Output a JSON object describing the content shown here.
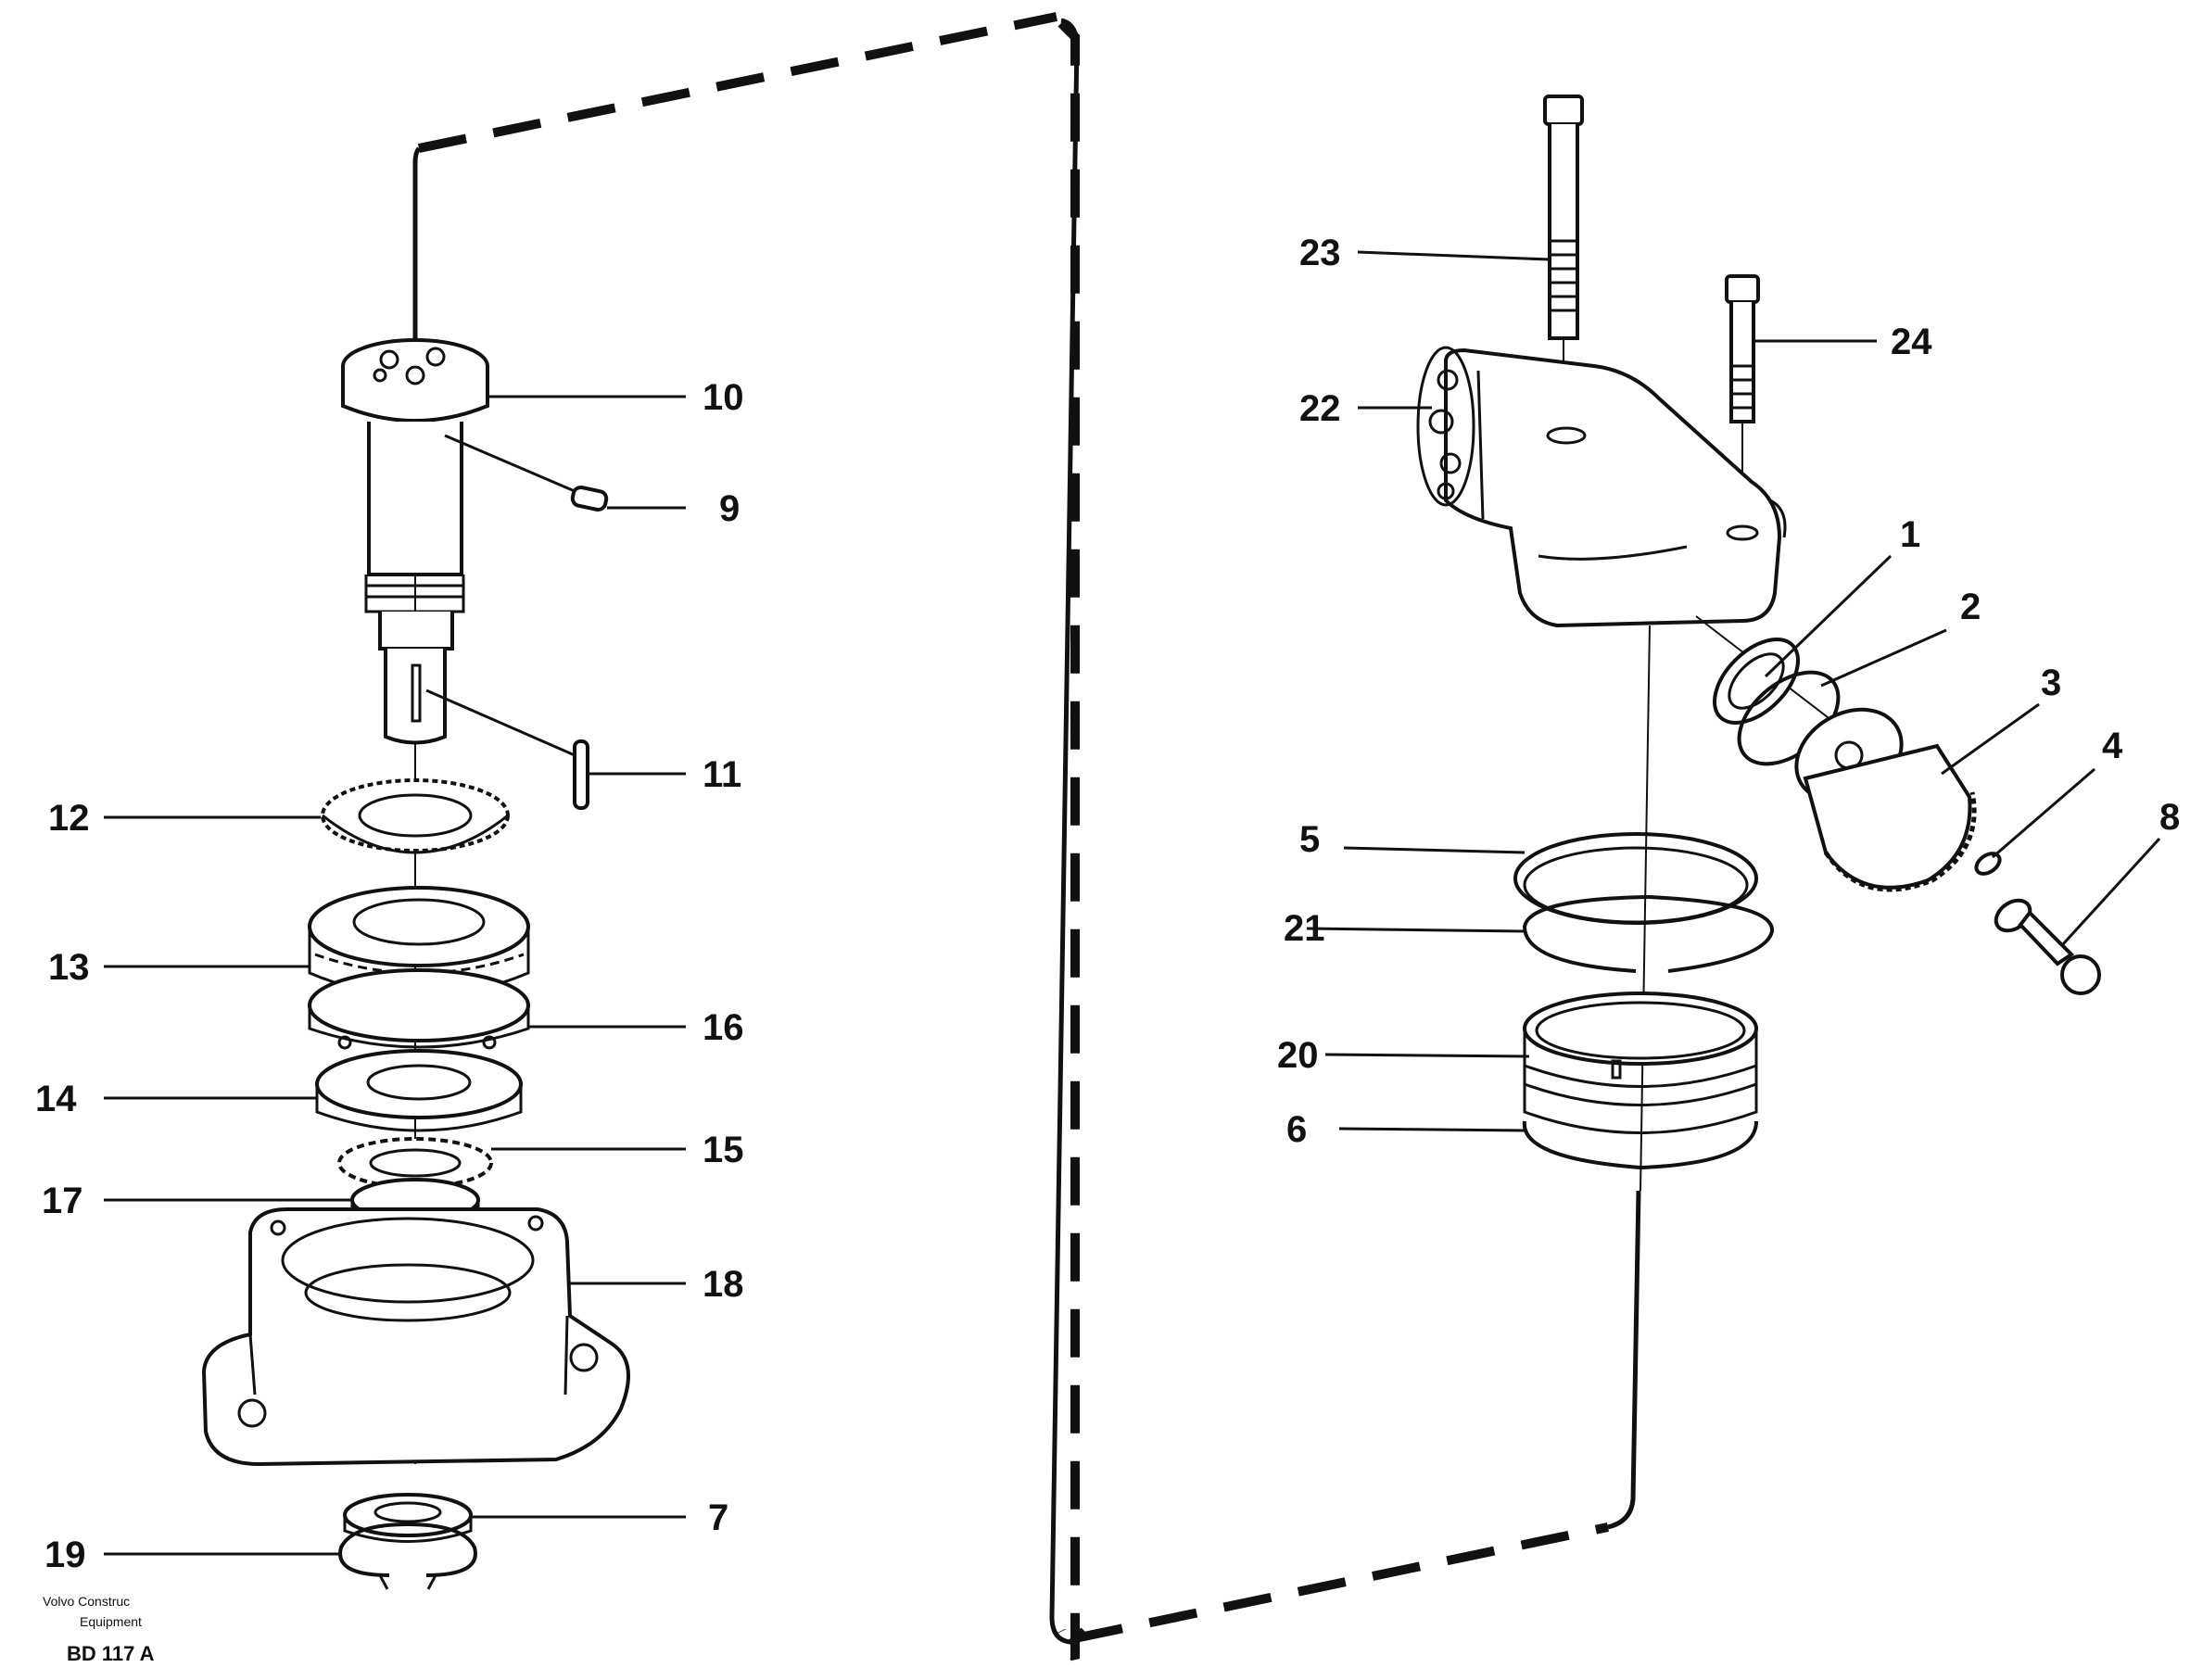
{
  "parts": {
    "p10": "10",
    "p9": "9",
    "p11": "11",
    "p12": "12",
    "p13": "13",
    "p16": "16",
    "p14": "14",
    "p15": "15",
    "p17": "17",
    "p18": "18",
    "p7": "7",
    "p19": "19",
    "p23": "23",
    "p24": "24",
    "p22": "22",
    "p1": "1",
    "p2": "2",
    "p3": "3",
    "p4": "4",
    "p8": "8",
    "p5": "5",
    "p21": "21",
    "p20": "20",
    "p6": "6"
  },
  "credit": {
    "company_line1": "Volvo Construc",
    "company_line2": "Equipment",
    "code": "BD 117 A"
  }
}
